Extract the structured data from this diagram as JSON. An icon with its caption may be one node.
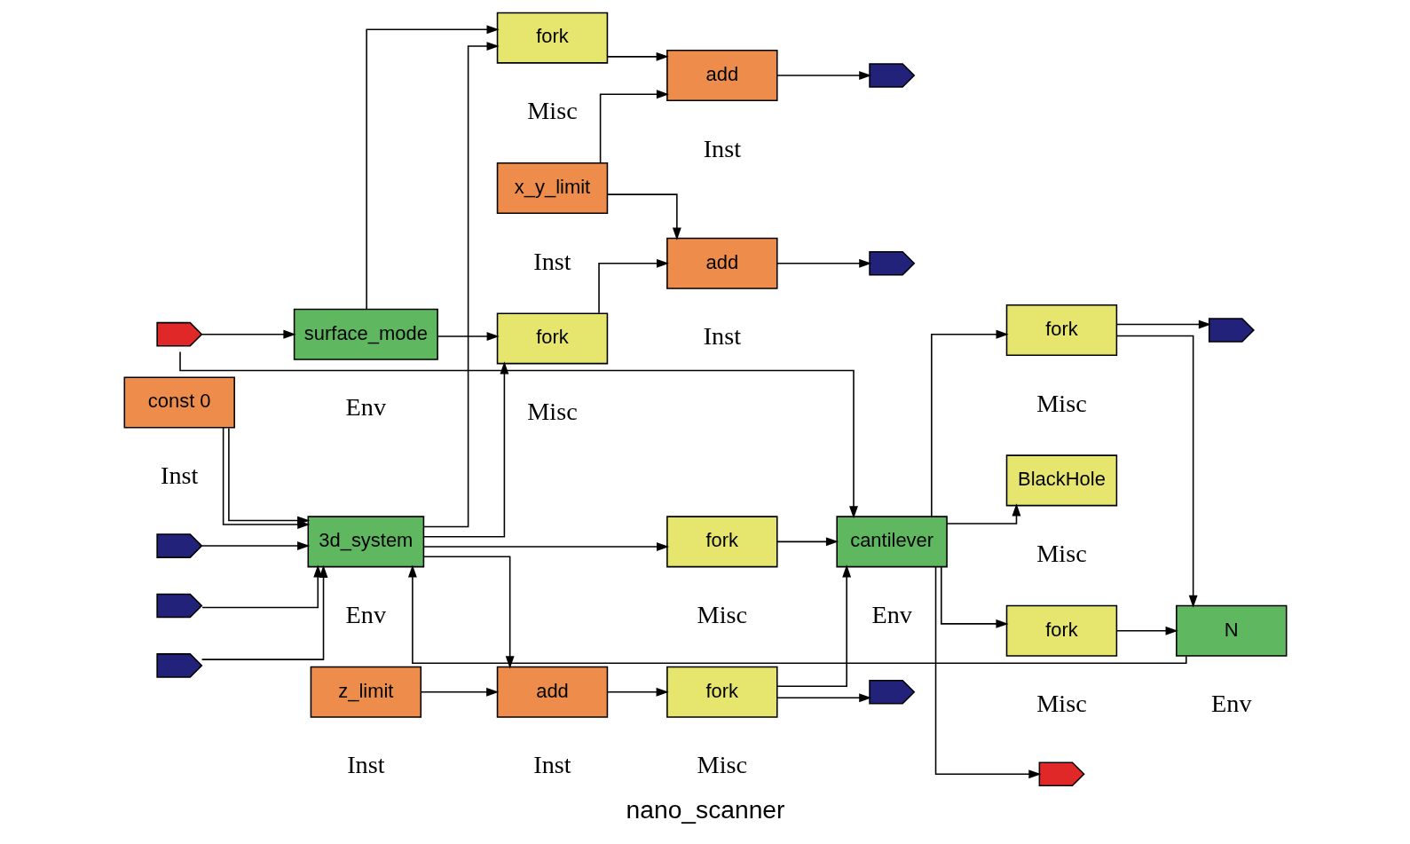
{
  "diagram": {
    "caption": "nano_scanner",
    "nodes": [
      {
        "text": [
          "surface_mode"
        ],
        "beside": [
          "Env"
        ]
      },
      {
        "text": [
          "fork"
        ],
        "beside": [
          "Misc"
        ]
      },
      {
        "text": [
          "add"
        ],
        "beside": [
          "Inst"
        ]
      },
      {
        "text": [
          "3d_system"
        ],
        "beside": [
          "Env"
        ]
      },
      {
        "text": [
          "fork"
        ],
        "beside": [
          "Misc"
        ]
      },
      {
        "text": [
          "add"
        ],
        "beside": [
          "Inst"
        ]
      },
      {
        "text": [
          "add"
        ],
        "beside": [
          "Inst"
        ]
      },
      {
        "text": [
          "z_limit"
        ],
        "beside": [
          "Inst"
        ]
      },
      {
        "text": [
          "x_y_limit"
        ],
        "beside": [
          "Inst"
        ]
      },
      {
        "text": [
          "const 0"
        ],
        "beside": [
          "Inst"
        ]
      },
      {
        "text": [
          "fork"
        ],
        "beside": [
          "Misc"
        ]
      },
      {
        "text": [
          "fork"
        ],
        "beside": [
          "Misc"
        ]
      },
      {
        "text": [
          "cantilever"
        ],
        "beside": [
          "Env"
        ]
      },
      {
        "text": [
          "fork"
        ],
        "beside": [
          "Misc"
        ]
      },
      {
        "text": [
          "BlackHole"
        ],
        "beside": [
          "Misc"
        ]
      },
      {
        "text": [
          "fork"
        ],
        "beside": [
          "Misc"
        ]
      },
      {
        "text": [
          "N"
        ],
        "beside": [
          "Env"
        ]
      },
      {
        "text": [],
        "shape": "arrow"
      },
      {
        "text": [],
        "shape": "arrow"
      },
      {
        "text": [],
        "shape": "arrow"
      },
      {
        "text": [],
        "shape": "arrow"
      },
      {
        "text": [],
        "shape": "arrow"
      },
      {
        "text": [],
        "shape": "arrow"
      },
      {
        "text": [],
        "shape": "arrow"
      },
      {
        "text": [],
        "shape": "arrow"
      },
      {
        "text": [],
        "shape": "arrow"
      }
    ],
    "edges": [
      {
        "from": 17,
        "to": 3,
        "arrow": "to"
      },
      {
        "from": 18,
        "to": 3,
        "arrow": "to"
      },
      {
        "from": 19,
        "to": 3,
        "arrow": "to"
      },
      {
        "from": 9,
        "to": 3,
        "arrow": "to"
      },
      {
        "from": 9,
        "to": 3,
        "arrow": "to"
      },
      {
        "from": 25,
        "to": 0,
        "arrow": "to"
      },
      {
        "from": 25,
        "to": 12,
        "arrow": "to"
      },
      {
        "from": 0,
        "to": 4,
        "arrow": "to"
      },
      {
        "from": 0,
        "to": 1,
        "arrow": "to"
      },
      {
        "from": 3,
        "to": 1,
        "arrow": "to"
      },
      {
        "from": 1,
        "to": 2,
        "arrow": "to"
      },
      {
        "from": 2,
        "to": 20,
        "arrow": "to"
      },
      {
        "from": 3,
        "to": 4,
        "arrow": "to"
      },
      {
        "from": 4,
        "to": 5,
        "arrow": "to"
      },
      {
        "from": 5,
        "to": 21,
        "arrow": "to"
      },
      {
        "from": 3,
        "to": 6,
        "arrow": "to"
      },
      {
        "from": 7,
        "to": 6,
        "arrow": "to"
      },
      {
        "from": 8,
        "to": 2,
        "arrow": "to"
      },
      {
        "from": 8,
        "to": 5,
        "arrow": "to"
      },
      {
        "from": 6,
        "to": 11,
        "arrow": "to"
      },
      {
        "from": 3,
        "to": 10,
        "arrow": "to"
      },
      {
        "from": 10,
        "to": 12,
        "arrow": "to"
      },
      {
        "from": 11,
        "to": 12,
        "arrow": "to"
      },
      {
        "from": 11,
        "to": 22,
        "arrow": "to"
      },
      {
        "from": 12,
        "to": 13,
        "arrow": "to"
      },
      {
        "from": 13,
        "to": 23,
        "arrow": "to"
      },
      {
        "from": 13,
        "to": 16,
        "arrow": "to"
      },
      {
        "from": 12,
        "to": 15,
        "arrow": "to"
      },
      {
        "from": 15,
        "to": 16,
        "arrow": "to"
      },
      {
        "from": 12,
        "to": 24,
        "arrow": "to"
      },
      {
        "from": 12,
        "to": 14,
        "arrow": "to"
      },
      {
        "from": 16,
        "to": 3,
        "arrow": "to"
      }
    ]
  }
}
